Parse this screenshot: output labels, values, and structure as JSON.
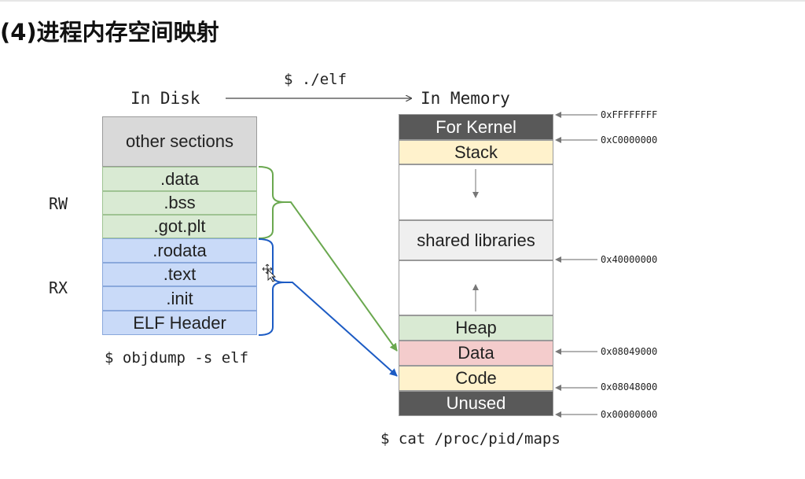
{
  "title": "(4)进程内存空间映射",
  "labels": {
    "elf_cmd": "$ ./elf",
    "in_disk": "In Disk",
    "in_memory": "In Memory",
    "rw": "RW",
    "rx": "RX",
    "objdump_cmd": "$ objdump -s elf",
    "maps_cmd": "$ cat /proc/pid/maps"
  },
  "disk_sections": [
    "other sections",
    ".data",
    ".bss",
    ".got.plt",
    ".rodata",
    ".text",
    ".init",
    "ELF Header"
  ],
  "memory_segments": {
    "kernel": "For Kernel",
    "stack": "Stack",
    "shared": "shared libraries",
    "heap": "Heap",
    "data": "Data",
    "code": "Code",
    "unused": "Unused"
  },
  "addresses": [
    "0xFFFFFFFF",
    "0xC0000000",
    "0x40000000",
    "0x08049000",
    "0x08048000",
    "0x00000000"
  ],
  "colors": {
    "rw_arrow": "#6aa84f",
    "rx_arrow": "#1c5bc4",
    "dark_segment": "#595959"
  }
}
